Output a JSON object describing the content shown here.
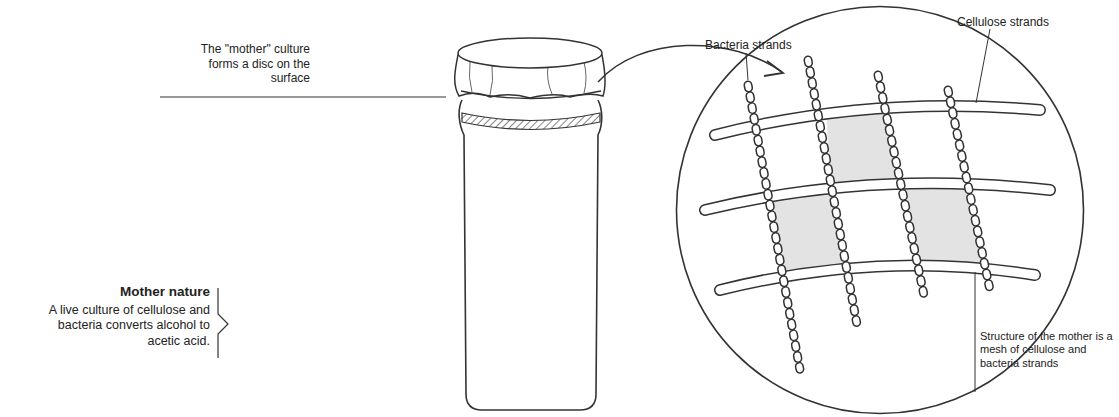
{
  "diagram": {
    "title": "Mother nature",
    "caption": "A live culture of cellulose and bacteria converts alcohol to acetic acid.",
    "nodes": [
      {
        "text": [
          "Cellulose strands",
          "Bacteria strands",
          "Structure of the mother is a mesh of cellulose and bacteria strands"
        ]
      }
    ],
    "labels": [
      "The \"mother\" culture forms a disc on the surface"
    ]
  }
}
